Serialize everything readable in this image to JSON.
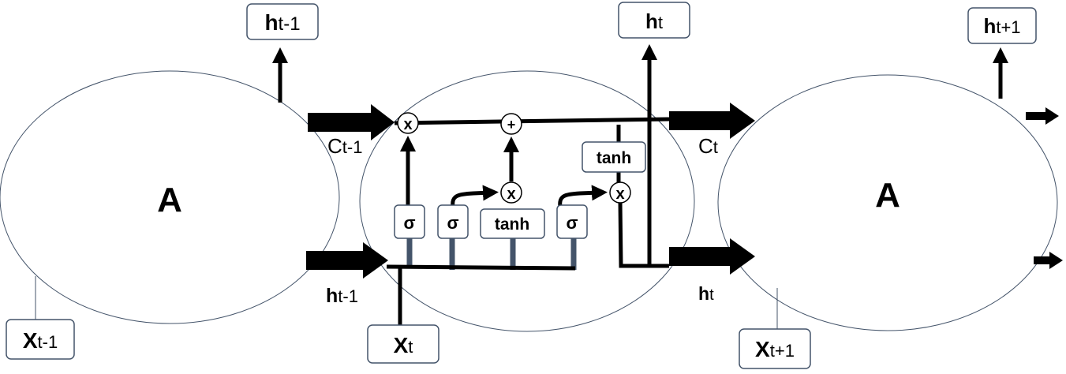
{
  "cells": {
    "left_label": "A",
    "right_label": "A"
  },
  "outputs": {
    "prev": {
      "main": "h",
      "sub": "t-1"
    },
    "curr": {
      "main": "h",
      "sub": "t"
    },
    "next": {
      "main": "h",
      "sub": "t+1"
    }
  },
  "inputs": {
    "prev": {
      "main": "X",
      "sub": "t-1"
    },
    "curr": {
      "main": "X",
      "sub": "t"
    },
    "next": {
      "main": "X",
      "sub": "t+1"
    }
  },
  "flow_labels": {
    "c_prev": {
      "main": "C",
      "sub": "t-1"
    },
    "h_prev": {
      "main": "h",
      "sub": "t-1"
    },
    "c_curr": {
      "main": "C",
      "sub": "t"
    },
    "h_curr": {
      "main": "h",
      "sub": "t"
    }
  },
  "gates": {
    "forget": "σ",
    "input": "σ",
    "candidate": "tanh",
    "output": "σ",
    "cell_tanh": "tanh"
  },
  "operators": {
    "mult": "x",
    "add": "+"
  }
}
